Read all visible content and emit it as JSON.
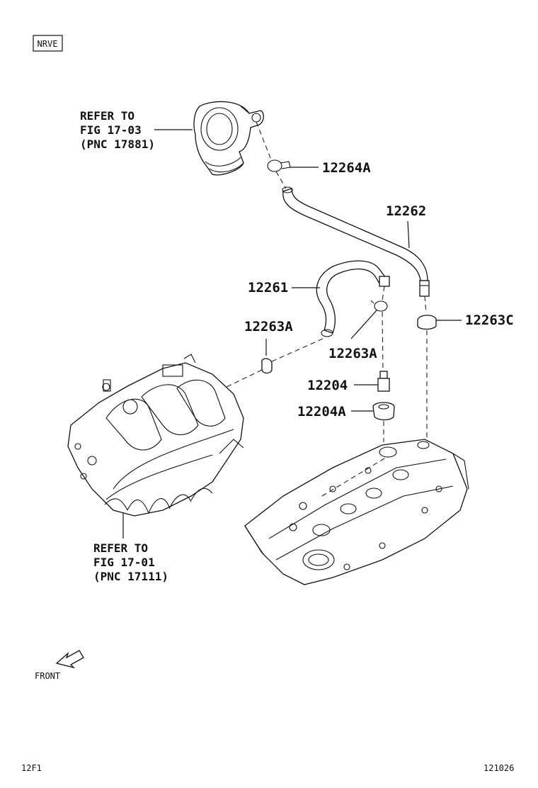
{
  "corner_tag": "NRVE",
  "refs": {
    "top": {
      "line1": "REFER TO",
      "line2": "FIG 17-03",
      "line3": "(PNC 17881)"
    },
    "bottom": {
      "line1": "REFER TO",
      "line2": "FIG 17-01",
      "line3": "(PNC 17111)"
    }
  },
  "parts": {
    "p12264A": "12264A",
    "p12262": "12262",
    "p12261": "12261",
    "p12263A_left": "12263A",
    "p12263C": "12263C",
    "p12263A_right": "12263A",
    "p12204": "12204",
    "p12204A": "12204A"
  },
  "front_label": "FRONT",
  "footer": {
    "left": "12F1",
    "right": "121026"
  }
}
